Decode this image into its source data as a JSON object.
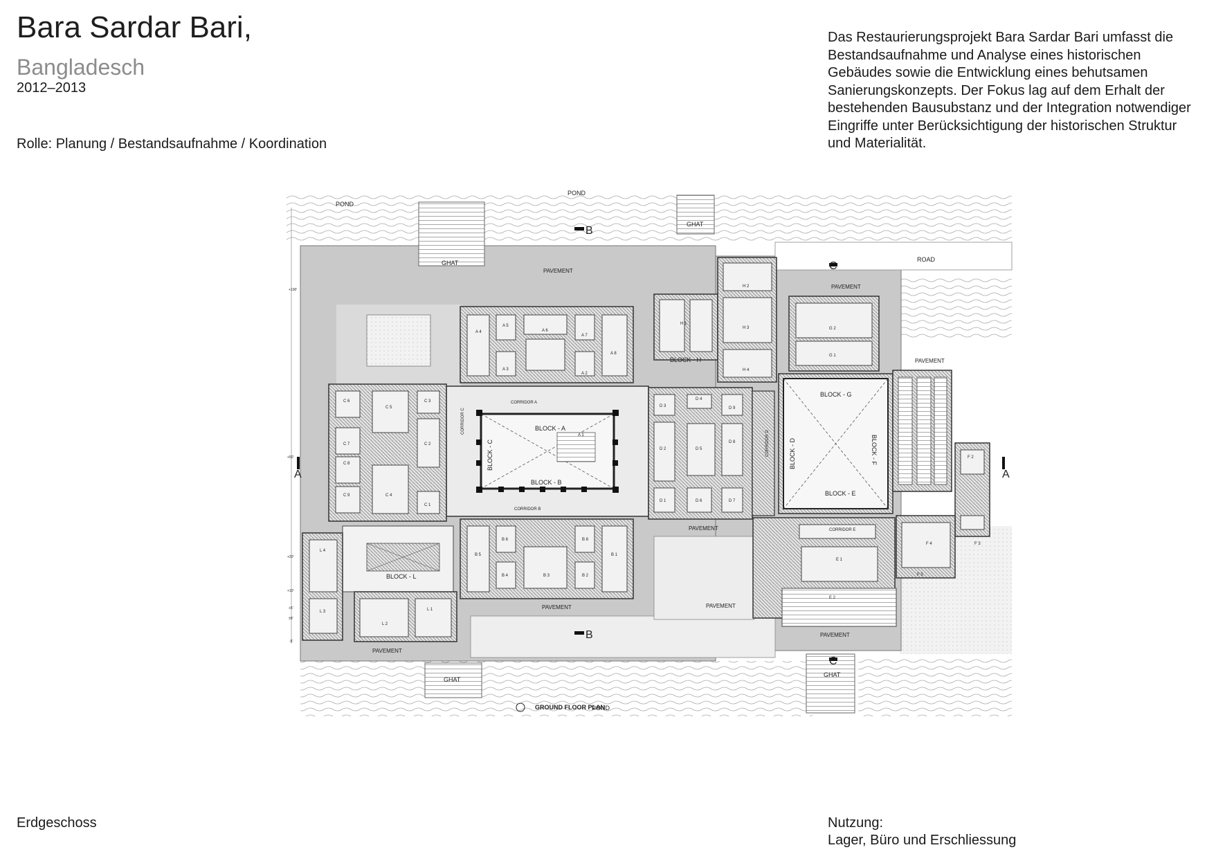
{
  "header": {
    "title": "Bara Sardar Bari,",
    "subtitle": "Bangladesch",
    "years": "2012–2013",
    "role": "Rolle: Planung / Bestandsaufnahme / Koordination"
  },
  "description": "Das Restaurierungsprojekt Bara Sardar Bari umfasst die Bestandsaufnahme und Analyse eines historischen Gebäudes sowie die Entwicklung eines behutsamen Sanierungskonzepts. Der Fokus lag auf dem Erhalt der bestehenden Bausubstanz und der Integration notwendiger Eingriffe unter Berücksichtigung der historischen Struktur und Materialität.",
  "footer": {
    "floor": "Erdgeschoss",
    "usage_label": "Nutzung:",
    "usage_value": "Lager, Büro und Erschliessung"
  },
  "plan": {
    "plan_title": "GROUND FLOOR PLAN",
    "labels": {
      "pond": "POND",
      "ghat": "GHAT",
      "road": "ROAD",
      "pavement": "PAVEMENT",
      "corridor_a": "CORRIDOR A",
      "corridor_b": "CORRIDOR B",
      "corridor_c": "CORRIDOR C",
      "corridor_d": "CORRIDOR D",
      "corridor_e": "CORRIDOR E",
      "section_a": "A",
      "section_b": "B",
      "section_c": "C"
    },
    "blocks": {
      "a": "BLOCK - A",
      "b": "BLOCK - B",
      "c": "BLOCK - C",
      "d": "BLOCK - D",
      "e": "BLOCK - E",
      "f": "BLOCK - F",
      "g": "BLOCK - G",
      "h": "BLOCK - H",
      "l": "BLOCK - L"
    },
    "rooms": {
      "a1": "A 1",
      "a2": "A 2",
      "a3": "A 3",
      "a4": "A 4",
      "a5": "A 5",
      "a6": "A 6",
      "a7": "A 7",
      "a8": "A 8",
      "b1": "B 1",
      "b2": "B 2",
      "b3": "B 3",
      "b4": "B 4",
      "b5": "B 5",
      "b6": "B 6",
      "b8": "B 8",
      "c1": "C 1",
      "c2": "C 2",
      "c3": "C 3",
      "c4": "C 4",
      "c5": "C 5",
      "c6": "C 6",
      "c7": "C 7",
      "c8": "C 8",
      "c9": "C 9",
      "d1": "D 1",
      "d2": "D 2",
      "d3": "D 3",
      "d4": "D 4",
      "d5": "D 5",
      "d6": "D 6",
      "d7": "D 7",
      "d8": "D 8",
      "d9": "D 9",
      "e1": "E 1",
      "e2": "E 2",
      "f2": "F 2",
      "f3": "F 3",
      "f4": "F 4",
      "f5": "F 5",
      "g1": "G 1",
      "g2": "G 2",
      "h1": "H 1",
      "h2": "H 2",
      "h3": "H 3",
      "h4": "H 4",
      "l1": "L 1",
      "l2": "L 2",
      "l3": "L 3",
      "l4": "L 4"
    },
    "levels": {
      "lv100": "+100'",
      "lv50": "+50'",
      "lv20": "+20'",
      "lv10": "+10'",
      "lv5": "+5'",
      "lv0": "±0'",
      "lvm5": "-5'"
    }
  }
}
